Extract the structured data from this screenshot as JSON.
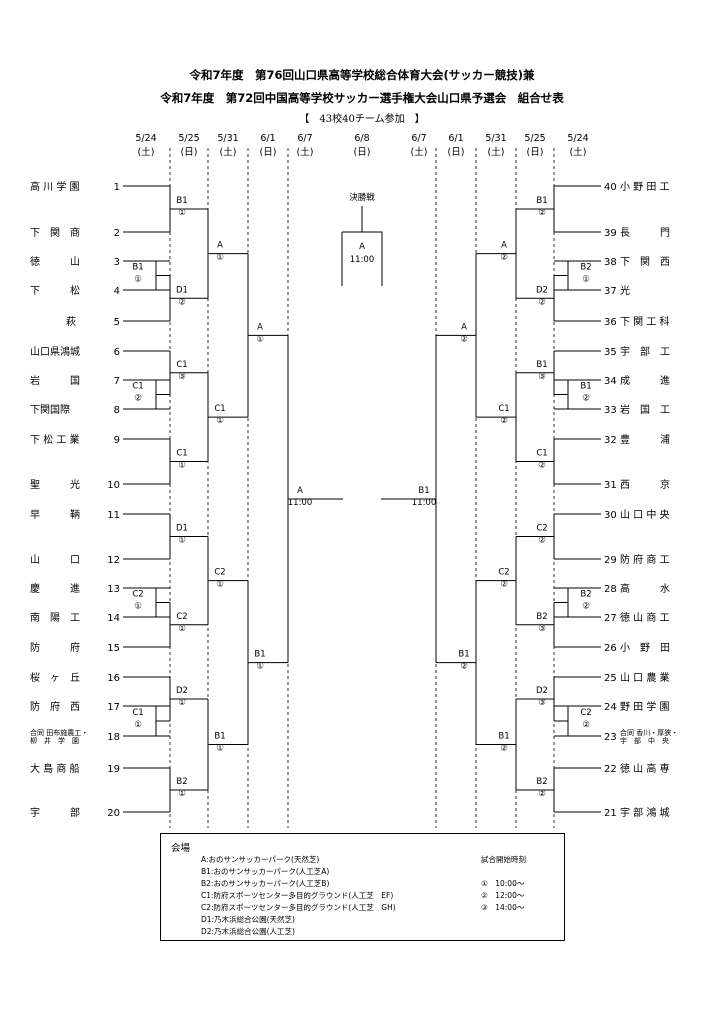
{
  "title_line1": "令和7年度　第76回山口県高等学校総合体育大会(サッカー競技)兼",
  "title_line2": "令和7年度　第72回中国高等学校サッカー選手権大会山口県予選会　組合せ表",
  "participants": "【　43校40チーム参加　】",
  "dates_left": [
    {
      "date": "5/24",
      "day": "(土)"
    },
    {
      "date": "5/25",
      "day": "(日)"
    },
    {
      "date": "5/31",
      "day": "(土)"
    },
    {
      "date": "6/1",
      "day": "(日)"
    },
    {
      "date": "6/7",
      "day": "(土)"
    }
  ],
  "date_center": {
    "date": "6/8",
    "day": "(日)"
  },
  "dates_right": [
    {
      "date": "6/7",
      "day": "(土)"
    },
    {
      "date": "6/1",
      "day": "(日)"
    },
    {
      "date": "5/31",
      "day": "(土)"
    },
    {
      "date": "5/25",
      "day": "(日)"
    },
    {
      "date": "5/24",
      "day": "(土)"
    }
  ],
  "final": {
    "label": "決勝戦",
    "venue": "A",
    "time": "11:00"
  },
  "left_teams": [
    {
      "name": "高 川 学 園",
      "num": "1"
    },
    {
      "name": "下　関　商",
      "num": "2"
    },
    {
      "name": "徳　　　山",
      "num": "3"
    },
    {
      "name": "下　　　松",
      "num": "4"
    },
    {
      "name": "萩",
      "num": "5"
    },
    {
      "name": "山口県鴻城",
      "num": "6"
    },
    {
      "name": "岩　　　国",
      "num": "7"
    },
    {
      "name": "下関国際",
      "num": "8"
    },
    {
      "name": "下 松 工 業",
      "num": "9"
    },
    {
      "name": "聖　　　光",
      "num": "10"
    },
    {
      "name": "早　　　鞆",
      "num": "11"
    },
    {
      "name": "山　　　口",
      "num": "12"
    },
    {
      "name": "慶　　　進",
      "num": "13"
    },
    {
      "name": "南　陽　工",
      "num": "14"
    },
    {
      "name": "防　　　府",
      "num": "15"
    },
    {
      "name": "桜　ヶ　丘",
      "num": "16"
    },
    {
      "name": "防　府　西",
      "num": "17"
    },
    {
      "name": "合同 田布施農工・",
      "name2": "柳　井　学　園",
      "num": "18"
    },
    {
      "name": "大 島 商 船",
      "num": "19"
    },
    {
      "name": "宇　　　部",
      "num": "20"
    }
  ],
  "right_teams": [
    {
      "name": "小 野 田 工",
      "num": "40"
    },
    {
      "name": "長　　　門",
      "num": "39"
    },
    {
      "name": "下　関　西",
      "num": "38"
    },
    {
      "name": "光",
      "num": "37"
    },
    {
      "name": "下 関 工 科",
      "num": "36"
    },
    {
      "name": "宇　部　工",
      "num": "35"
    },
    {
      "name": "成　　　進",
      "num": "34"
    },
    {
      "name": "岩　国　工",
      "num": "33"
    },
    {
      "name": "豊　　　浦",
      "num": "32"
    },
    {
      "name": "西　　　京",
      "num": "31"
    },
    {
      "name": "山 口 中 央",
      "num": "30"
    },
    {
      "name": "防 府 商 工",
      "num": "29"
    },
    {
      "name": "高　　　水",
      "num": "28"
    },
    {
      "name": "徳 山 商 工",
      "num": "27"
    },
    {
      "name": "小　野　田",
      "num": "26"
    },
    {
      "name": "山 口 農 業",
      "num": "25"
    },
    {
      "name": "野 田 学 園",
      "num": "24"
    },
    {
      "name": "合同 香川・厚狭・",
      "name2": "宇　部　中　央",
      "num": "23"
    },
    {
      "name": "徳 山 高 専",
      "num": "22"
    },
    {
      "name": "宇 部 鴻 城",
      "num": "21"
    }
  ],
  "matches": {
    "l_r1_a": {
      "v": "B1",
      "s": "①"
    },
    "l_r1_b": {
      "v": "C1",
      "s": "②"
    },
    "l_r1_c": {
      "v": "C2",
      "s": "①"
    },
    "l_r1_d": {
      "v": "C1",
      "s": "①"
    },
    "l_r2_1": {
      "v": "B1",
      "s": "①"
    },
    "l_r2_2": {
      "v": "D1",
      "s": "②"
    },
    "l_r2_3": {
      "v": "C1",
      "s": "③"
    },
    "l_r2_4": {
      "v": "C1",
      "s": "①"
    },
    "l_r2_5": {
      "v": "D1",
      "s": "①"
    },
    "l_r2_6": {
      "v": "C2",
      "s": "①"
    },
    "l_r2_7": {
      "v": "D2",
      "s": "①"
    },
    "l_r2_8": {
      "v": "B2",
      "s": "①"
    },
    "l_r3_1": {
      "v": "A",
      "s": "①"
    },
    "l_r3_2": {
      "v": "C1",
      "s": "①"
    },
    "l_r3_3": {
      "v": "C2",
      "s": "①"
    },
    "l_r3_4": {
      "v": "B1",
      "s": "①"
    },
    "l_r4_1": {
      "v": "A",
      "s": "①"
    },
    "l_r4_2": {
      "v": "B1",
      "s": "①"
    },
    "l_sf": {
      "v": "A",
      "s": "11:00"
    },
    "r_r1_a": {
      "v": "B2",
      "s": "①"
    },
    "r_r1_b": {
      "v": "B1",
      "s": "②"
    },
    "r_r1_c": {
      "v": "B2",
      "s": "②"
    },
    "r_r1_d": {
      "v": "C2",
      "s": "②"
    },
    "r_r2_1": {
      "v": "B1",
      "s": "②"
    },
    "r_r2_2": {
      "v": "D2",
      "s": "②"
    },
    "r_r2_3": {
      "v": "B1",
      "s": "③"
    },
    "r_r2_4": {
      "v": "C1",
      "s": "②"
    },
    "r_r2_5": {
      "v": "C2",
      "s": "②"
    },
    "r_r2_6": {
      "v": "B2",
      "s": "③"
    },
    "r_r2_7": {
      "v": "D2",
      "s": "③"
    },
    "r_r2_8": {
      "v": "B2",
      "s": "②"
    },
    "r_r3_1": {
      "v": "A",
      "s": "②"
    },
    "r_r3_2": {
      "v": "C1",
      "s": "②"
    },
    "r_r3_3": {
      "v": "C2",
      "s": "②"
    },
    "r_r3_4": {
      "v": "B1",
      "s": "②"
    },
    "r_r4_1": {
      "v": "A",
      "s": "②"
    },
    "r_r4_2": {
      "v": "B1",
      "s": "②"
    },
    "r_sf": {
      "v": "B1",
      "s": "11:00"
    }
  },
  "venue": {
    "title": "会場",
    "lines": [
      "A:おのサンサッカーパーク(天然芝)",
      "B1:おのサンサッカーパーク(人工芝A)",
      "B2:おのサンサッカーパーク(人工芝B)",
      "C1:防府スポーツセンター多目的グラウンド(人工芝　EF)",
      "C2:防府スポーツセンター多目的グラウンド(人工芝　GH)",
      "D1:乃木浜総合公園(天然芝)",
      "D2:乃木浜総合公園(人工芝)"
    ],
    "time_title": "試合開始時刻",
    "times": [
      "①　10:00～",
      "②　12:00～",
      "③　14:00～"
    ]
  }
}
